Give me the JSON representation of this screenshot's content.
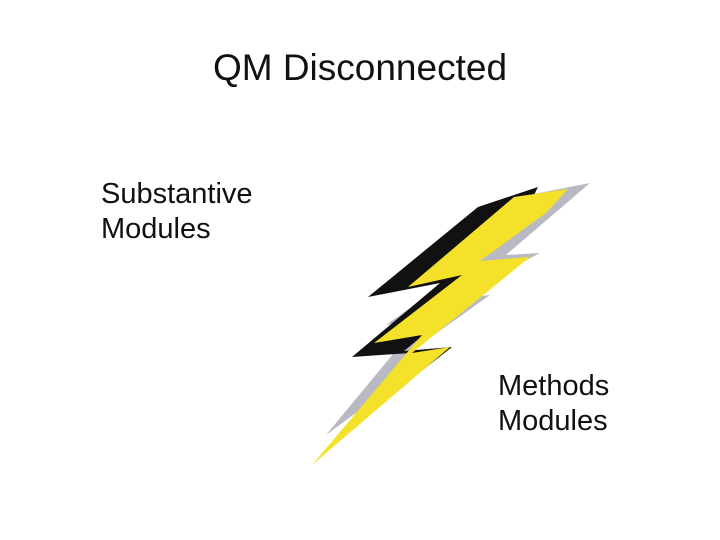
{
  "slide": {
    "title": "QM Disconnected",
    "substantive": {
      "line1": "Substantive",
      "line2": "Modules"
    },
    "methods": {
      "line1": "Methods",
      "line2": "Modules"
    },
    "graphic": {
      "icon": "lightning-bolt-icon",
      "colors": {
        "yellow": "#f4e12a",
        "black": "#111111",
        "shadow": "#b9b9c3"
      }
    }
  }
}
